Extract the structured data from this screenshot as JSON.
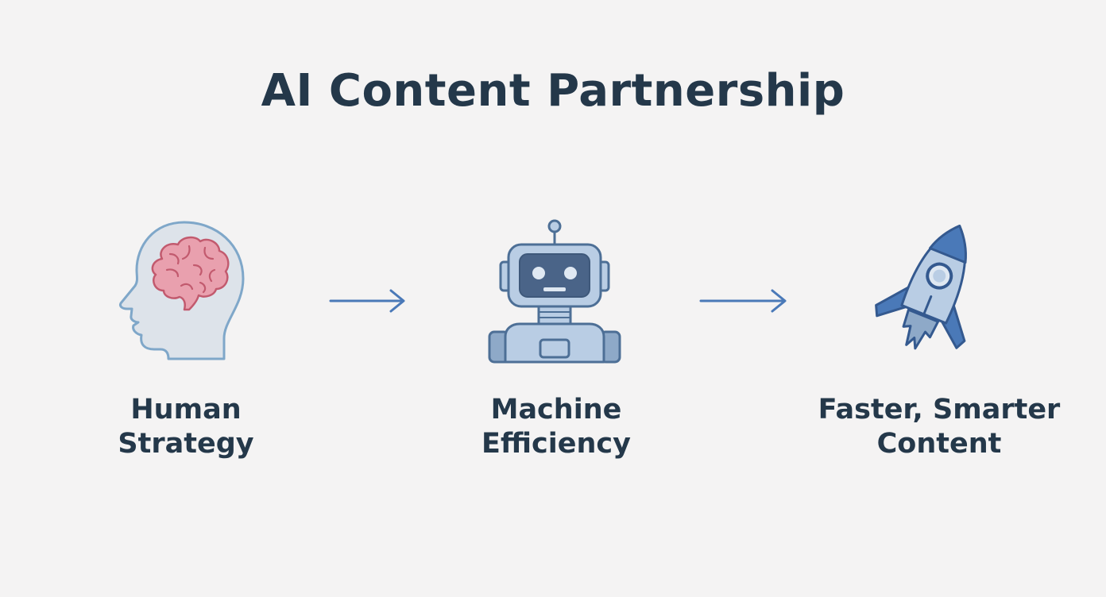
{
  "title": "AI Content Partnership",
  "steps": [
    {
      "icon": "human-head-brain-icon",
      "line1": "Human",
      "line2": "Strategy"
    },
    {
      "icon": "robot-icon",
      "line1": "Machine",
      "line2": "Efficiency"
    },
    {
      "icon": "rocket-icon",
      "line1": "Faster, Smarter",
      "line2": "Content"
    }
  ],
  "colors": {
    "background": "#f4f3f3",
    "text": "#24384a",
    "accent_blue": "#4a79b8",
    "brain_pink": "#e9a0ae"
  }
}
